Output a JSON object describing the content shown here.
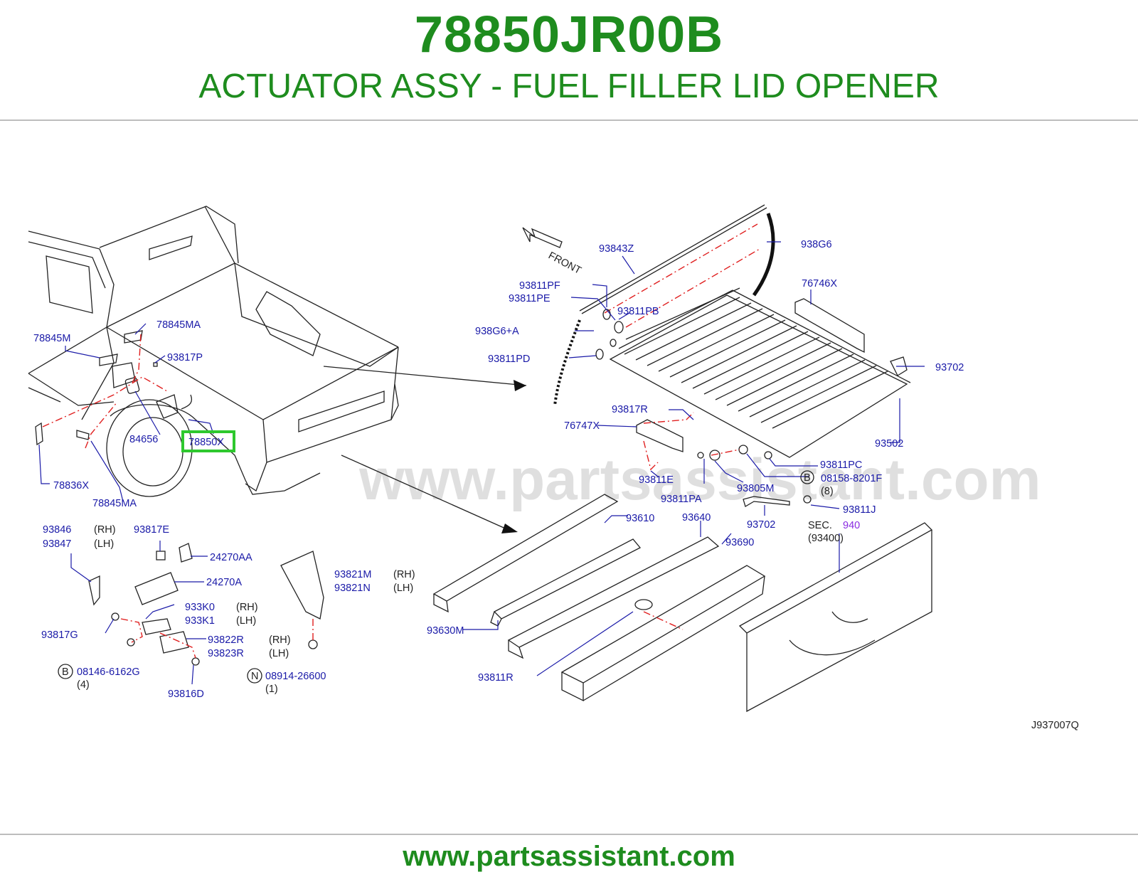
{
  "header": {
    "part_number": "78850JR00B",
    "description": "ACTUATOR ASSY - FUEL FILLER LID OPENER"
  },
  "footer": {
    "url": "www.partsassistant.com"
  },
  "watermark": "www.partsassistant.com",
  "diagram": {
    "code": "J937007Q",
    "front_label": "FRONT",
    "highlight_part": "78850X",
    "colors": {
      "brand_green": "#1e8c1e",
      "label_blue": "#1a1aa8",
      "highlight": "#2ec82e",
      "dash_red": "#e02020",
      "sec_purple": "#8a2be2"
    },
    "labels": {
      "p78845M": "78845M",
      "p78845MA_top": "78845MA",
      "p93817P": "93817P",
      "p84656": "84656",
      "p78850X": "78850X",
      "p78836X": "78836X",
      "p78845MA_bottom": "78845MA",
      "p93843Z": "93843Z",
      "p938G6": "938G6",
      "p93811PF": "93811PF",
      "p93811PE": "93811PE",
      "p93811PB": "93811PB",
      "p938G6A": "938G6+A",
      "p93811PD": "93811PD",
      "p76746X": "76746X",
      "p93702_top": "93702",
      "p93502": "93502",
      "p93817R": "93817R",
      "p76747X": "76747X",
      "p93811E": "93811E",
      "p93811PA": "93811PA",
      "p93805M": "93805M",
      "p93811PC": "93811PC",
      "p08158": "08158-8201F",
      "p08158_qty": "(8)",
      "p93811J": "93811J",
      "p93702_bottom": "93702",
      "sec_prefix": "SEC.",
      "sec_number": "940",
      "sec_ref": "(93400)",
      "p93610": "93610",
      "p93640": "93640",
      "p93690": "93690",
      "p93630M": "93630M",
      "p93811R": "93811R",
      "p93846": "93846",
      "p93847": "93847",
      "rh": "(RH)",
      "lh": "(LH)",
      "p93817E": "93817E",
      "p24270AA": "24270AA",
      "p24270A": "24270A",
      "p933K0": "933K0",
      "p933K1": "933K1",
      "p93817G": "93817G",
      "p93822R": "93822R",
      "p93823R": "93823R",
      "p08146": "08146-6162G",
      "p08146_qty": "(4)",
      "p93816D": "93816D",
      "p93821M": "93821M",
      "p93821N": "93821N",
      "p08914": "08914-26600",
      "p08914_qty": "(1)",
      "badge_b": "B",
      "badge_n": "N"
    }
  }
}
